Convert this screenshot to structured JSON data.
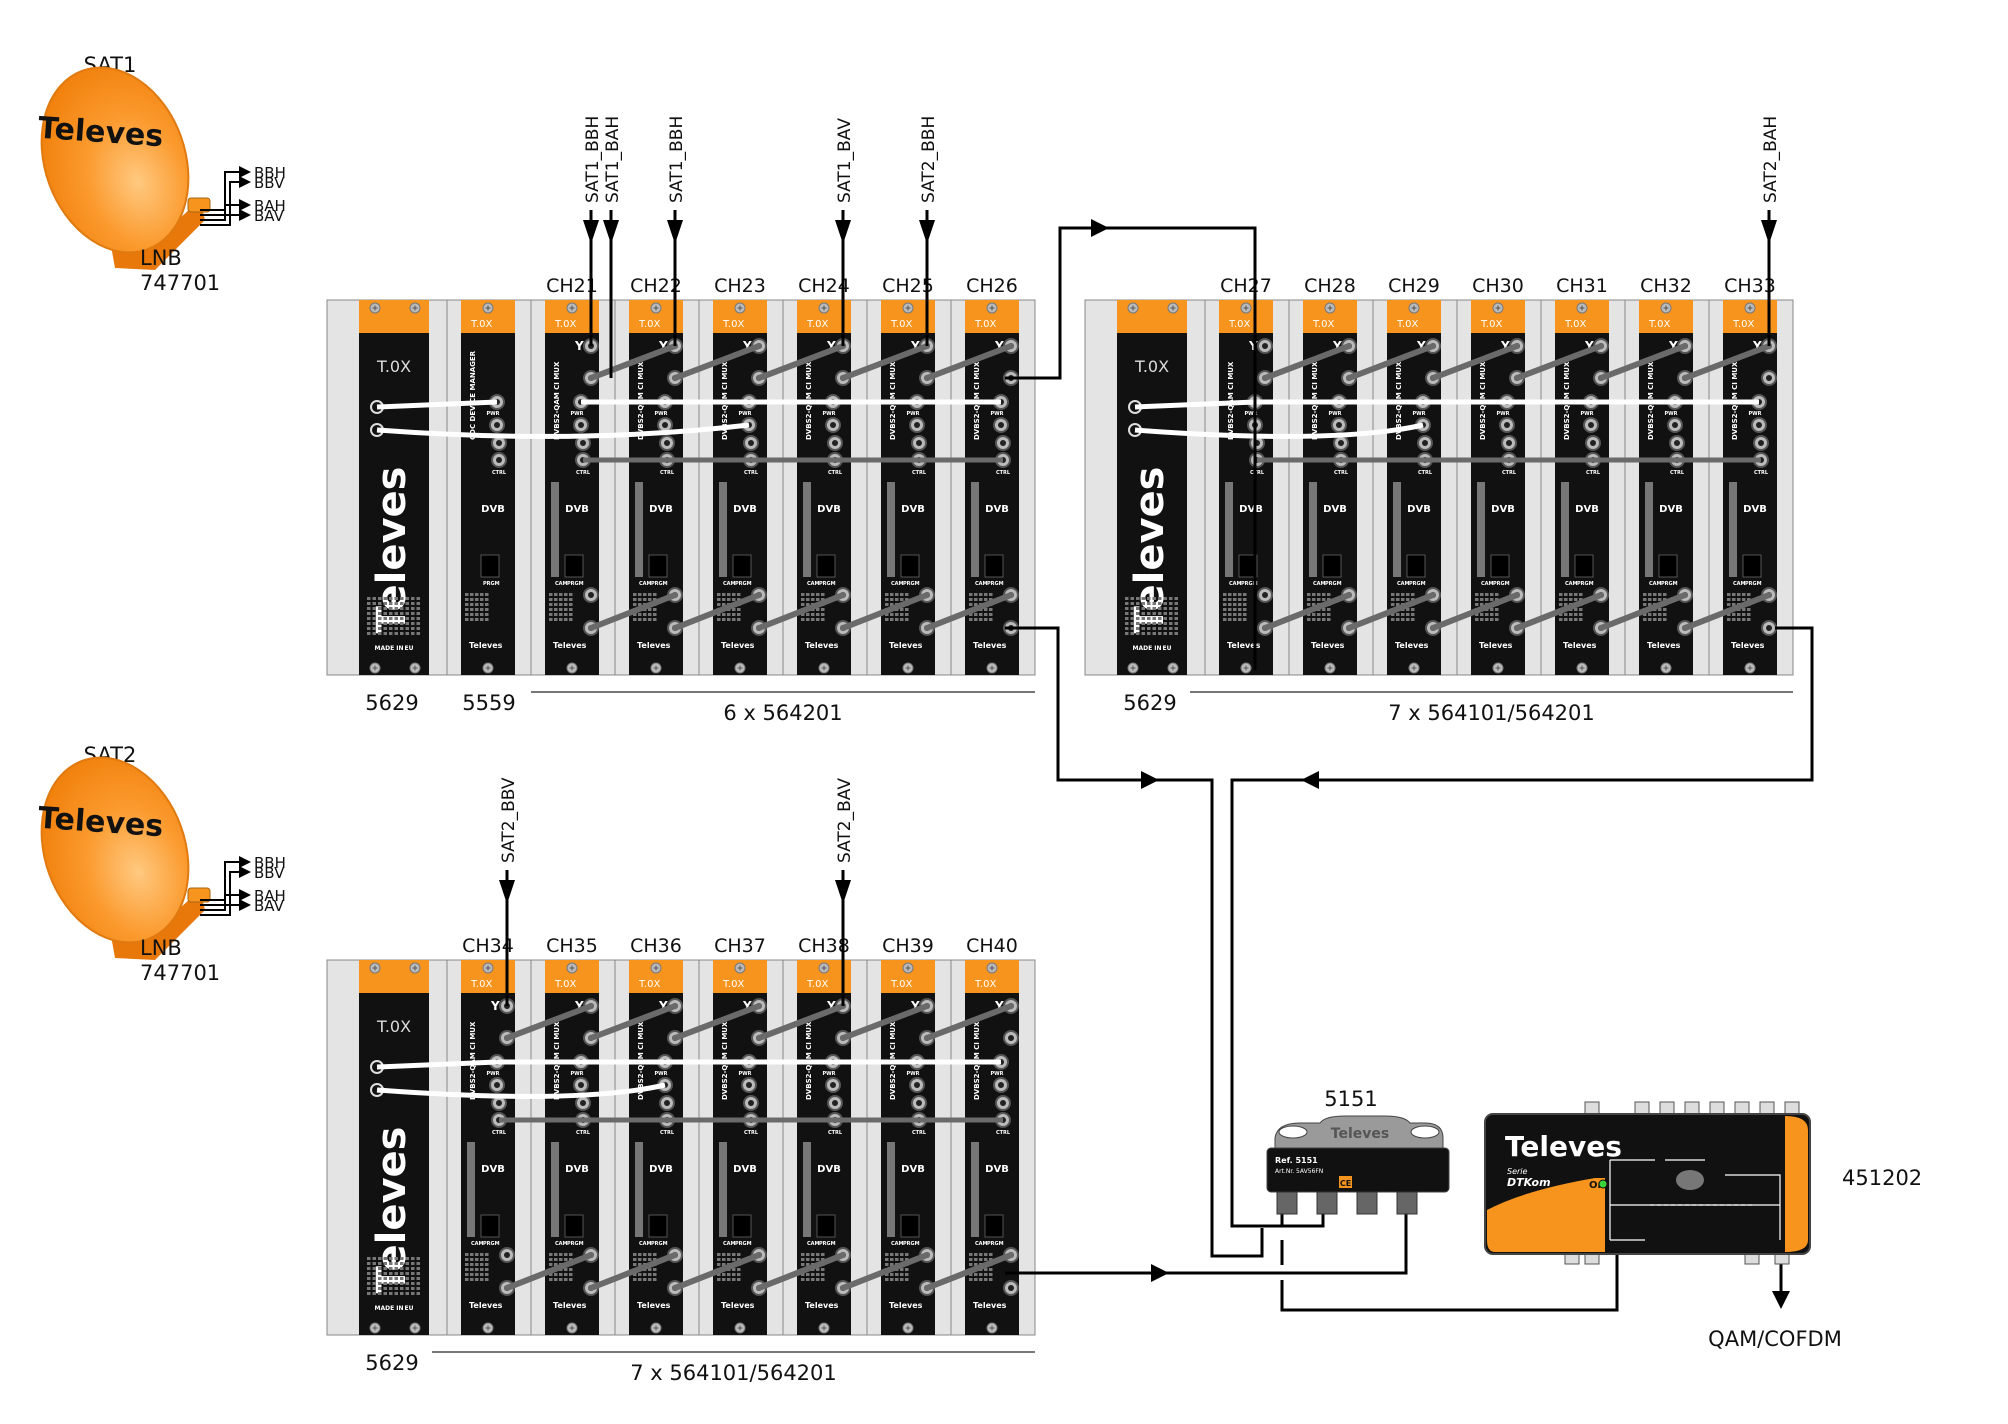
{
  "title": "Televes T.0X headend connection diagram",
  "colors": {
    "orange": "#F7941D",
    "module_black": "#111111",
    "rack_grey": "#e4e4e4",
    "cable_grey": "#6a6a6a",
    "line": "#000000"
  },
  "satellites": [
    {
      "label": "SAT1",
      "brand": "Televes",
      "lnb_label": "LNB",
      "lnb_ref": "747701",
      "outputs": [
        "BBH",
        "BBV",
        "BAH",
        "BAV"
      ]
    },
    {
      "label": "SAT2",
      "brand": "Televes",
      "lnb_label": "LNB",
      "lnb_ref": "747701",
      "outputs": [
        "BBH",
        "BBV",
        "BAH",
        "BAV"
      ]
    }
  ],
  "racks": [
    {
      "id": "rack1",
      "psu_ref": "5629",
      "manager_ref": "5559",
      "group_label": "6 x 564201",
      "channels": [
        "CH21",
        "CH22",
        "CH23",
        "CH24",
        "CH25",
        "CH26"
      ],
      "inputs": [
        {
          "label": "SAT1_BBH",
          "channel": "CH21"
        },
        {
          "label": "SAT1_BAH",
          "channel": "CH21"
        },
        {
          "label": "SAT1_BBH",
          "channel": "CH22"
        },
        {
          "label": "SAT1_BAV",
          "channel": "CH24"
        },
        {
          "label": "SAT2_BBH",
          "channel": "CH25"
        }
      ]
    },
    {
      "id": "rack2",
      "psu_ref": "5629",
      "group_label": "7 x 564101/564201",
      "channels": [
        "CH27",
        "CH28",
        "CH29",
        "CH30",
        "CH31",
        "CH32",
        "CH33"
      ],
      "inputs": [
        {
          "label": "SAT2_BAH",
          "channel": "CH33"
        }
      ]
    },
    {
      "id": "rack3",
      "psu_ref": "5629",
      "group_label": "7 x 564101/564201",
      "channels": [
        "CH34",
        "CH35",
        "CH36",
        "CH37",
        "CH38",
        "CH39",
        "CH40"
      ],
      "inputs": [
        {
          "label": "SAT2_BBV",
          "channel": "CH34"
        },
        {
          "label": "SAT2_BAV",
          "channel": "CH38"
        }
      ]
    }
  ],
  "module_text": {
    "brand_logo": "T.0X",
    "psu_brand": "Televes",
    "made_in": "MADE IN",
    "eu": "EU",
    "manager_name": "CDC DEVICE MANAGER",
    "mux_name": "DVBS2-QAM CI MUX",
    "pwr": "PWR",
    "ctrl": "CTRL",
    "dvb": "DVB",
    "cam": "CAM",
    "prgm": "PRGM",
    "footer_brand": "Televes"
  },
  "splitter": {
    "ref": "5151",
    "brand": "Televes",
    "plate_ref": "Ref. 5151",
    "plate_art": "Art.Nr. 5AV56FN",
    "ce": "CE"
  },
  "amplifier": {
    "ref": "451202",
    "brand": "Televes",
    "series": "Serie",
    "series_name": "DTKom",
    "on_label": "On"
  },
  "output_label": "QAM/COFDM"
}
